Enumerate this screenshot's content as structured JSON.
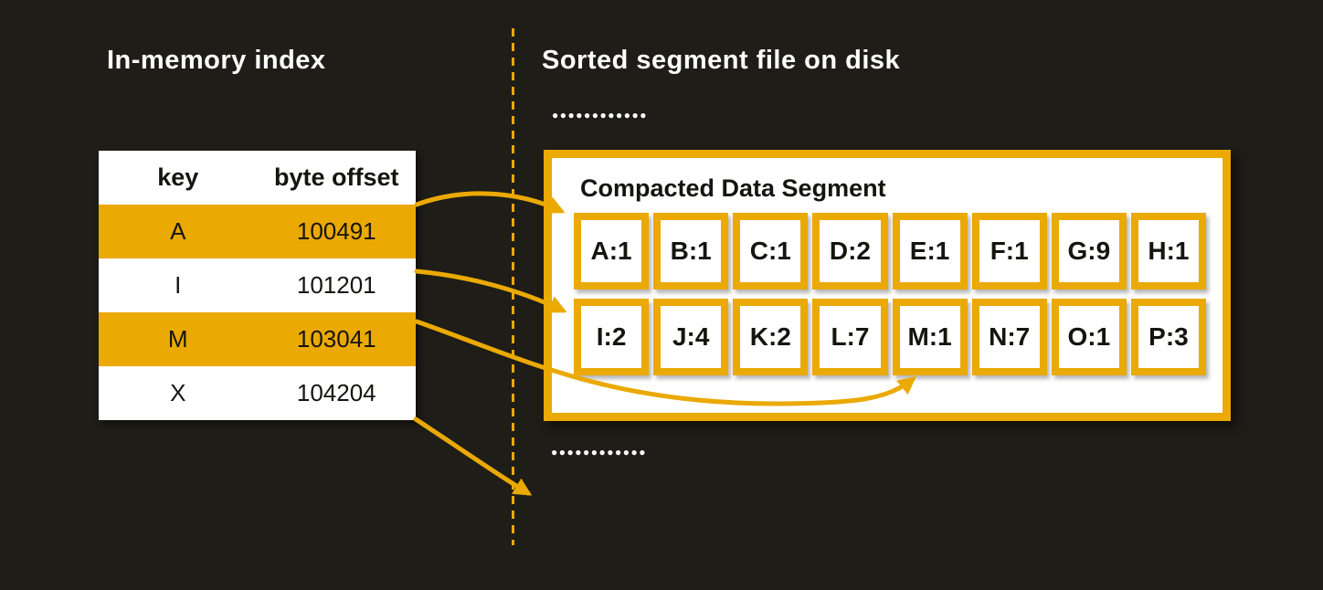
{
  "colors": {
    "bg": "#1E1D17",
    "accent": "#EAA903",
    "ink": "#15150F",
    "paper": "#FFFFFF"
  },
  "left_panel": {
    "title": "In-memory index",
    "table": {
      "headers": [
        "key",
        "byte offset"
      ],
      "rows": [
        {
          "key": "A",
          "offset": "100491",
          "highlighted": true
        },
        {
          "key": "I",
          "offset": "101201",
          "highlighted": false
        },
        {
          "key": "M",
          "offset": "103041",
          "highlighted": true
        },
        {
          "key": "X",
          "offset": "104204",
          "highlighted": false
        }
      ]
    }
  },
  "right_panel": {
    "title": "Sorted segment file on disk",
    "ellipsis_top": "●●●●●●●●●●●●",
    "ellipsis_bottom": "●●●●●●●●●●●●",
    "segment": {
      "title": "Compacted Data Segment",
      "row1": [
        "A:1",
        "B:1",
        "C:1",
        "D:2",
        "E:1",
        "F:1",
        "G:9",
        "H:1"
      ],
      "row2": [
        "I:2",
        "J:4",
        "K:2",
        "L:7",
        "M:1",
        "N:7",
        "O:1",
        "P:3"
      ]
    }
  },
  "arrows": [
    {
      "from": "index row A (100491)",
      "to": "segment cell A:1"
    },
    {
      "from": "index row I (101201)",
      "to": "segment cell I:2"
    },
    {
      "from": "index row M (103041)",
      "to": "segment cell M:1"
    },
    {
      "from": "index row X (104204)",
      "to": "below segment (off-diagram)"
    }
  ]
}
